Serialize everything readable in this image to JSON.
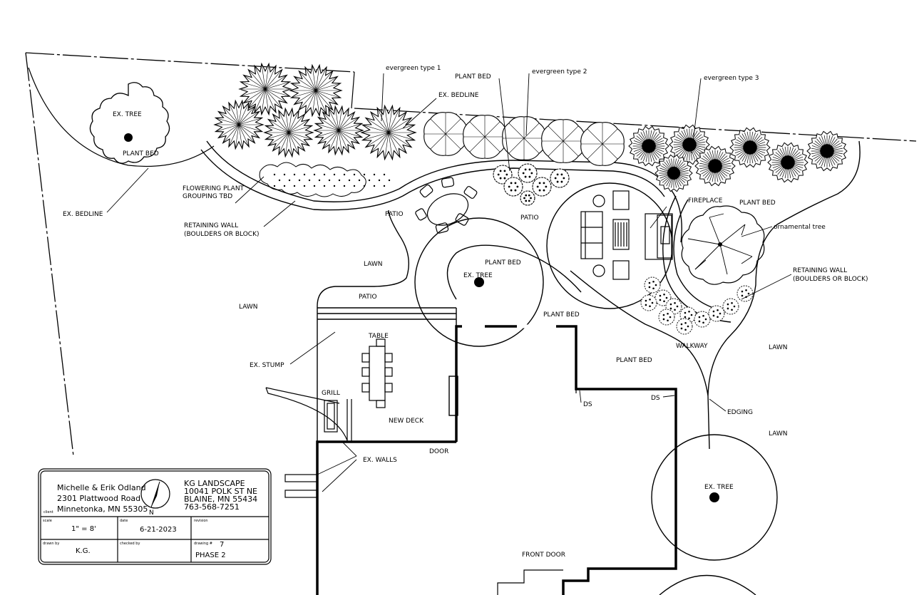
{
  "labels": {
    "ex_tree_1": "EX. TREE",
    "plant_bed_1": "PLANT BED",
    "ex_bedline_1": "EX. BEDLINE",
    "flowering": "FLOWERING PLANT",
    "flowering_2": "GROUPING TBD",
    "retaining_wall_1": "RETAINING WALL",
    "retaining_wall_1b": "(BOULDERS OR BLOCK)",
    "evergreen_1": "evergreen type 1",
    "plant_bed_top": "PLANT BED",
    "evergreen_2": "evergreen type 2",
    "ex_bedline_2": "EX. BEDLINE",
    "evergreen_3": "evergreen type 3",
    "patio_1": "PATIO",
    "patio_2": "PATIO",
    "patio_3": "PATIO",
    "lawn_1": "LAWN",
    "lawn_2": "LAWN",
    "lawn_3": "LAWN",
    "lawn_4": "LAWN",
    "plant_bed_center": "PLANT BED",
    "ex_tree_center": "EX. TREE",
    "plant_bed_deck": "PLANT BED",
    "plant_bed_house": "PLANT BED",
    "fireplace": "FIREPLACE",
    "plant_bed_right": "PLANT BED",
    "ornamental_tree": "ornamental tree",
    "retaining_wall_2": "RETAINING WALL",
    "retaining_wall_2b": "(BOULDERS OR BLOCK)",
    "walkway": "WALKWAY",
    "edging": "EDGING",
    "ex_tree_right": "EX. TREE",
    "table": "TABLE",
    "ex_stump": "EX. STUMP",
    "grill": "GRILL",
    "new_deck": "NEW DECK",
    "door": "DOOR",
    "ex_walls": "EX. WALLS",
    "ds_1": "DS",
    "ds_2": "DS",
    "front_door": "FRONT DOOR"
  },
  "title_block": {
    "client_line1": "Michelle & Erik Odland",
    "client_line2": "2301 Plattwood Road",
    "client_line3": "Minnetonka, MN 55305",
    "client_caption": "client",
    "north": "N",
    "company_line1": "KG LANDSCAPE",
    "company_line2": "10041 POLK ST NE",
    "company_line3": "BLAINE, MN 55434",
    "company_line4": "763-568-7251",
    "scale_caption": "scale",
    "scale_value": "1\" = 8'",
    "date_caption": "date",
    "date_value": "6-21-2023",
    "revision_caption": "revision",
    "drawn_caption": "drawn by",
    "drawn_value": "K.G.",
    "checked_caption": "checked by",
    "drawing_caption": "drawing #",
    "drawing_value": "7",
    "phase_value": "PHASE 2"
  },
  "colors": {
    "line": "#000000",
    "background": "#ffffff"
  }
}
